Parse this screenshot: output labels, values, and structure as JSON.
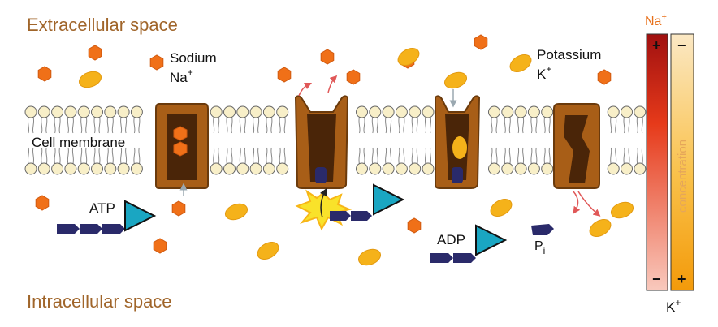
{
  "labels": {
    "extracellular": "Extracellular space",
    "intracellular": "Intracellular space",
    "membrane": "Cell membrane",
    "sodium_word": "Sodium",
    "sodium_symbol": "Na",
    "potassium_word": "Potassium",
    "potassium_symbol": "K",
    "ion_charge": "+",
    "atp": "ATP",
    "adp": "ADP",
    "phosphate": "P",
    "phosphate_sub": "i"
  },
  "gradient_bar": {
    "top_label": "Na",
    "top_label_charge": "+",
    "bottom_label": "K",
    "bottom_label_charge": "+",
    "na_column_top_sign": "+",
    "na_column_bottom_sign": "−",
    "k_column_top_sign": "−",
    "k_column_bottom_sign": "+",
    "axis_label": "concentration"
  },
  "colors": {
    "sodium_ion": "#f07018",
    "potassium_ion": "#f5b21a",
    "pump_protein": "#a85e17",
    "pump_dark": "#4a2508",
    "phosphate": "#2a2a6a",
    "atp_triangle": "#1aa6c2",
    "label_brown": "#a0652a",
    "membrane_head": "#f8efc8",
    "arrow_red": "#e05858",
    "arrow_grey": "#9aa8b0"
  }
}
